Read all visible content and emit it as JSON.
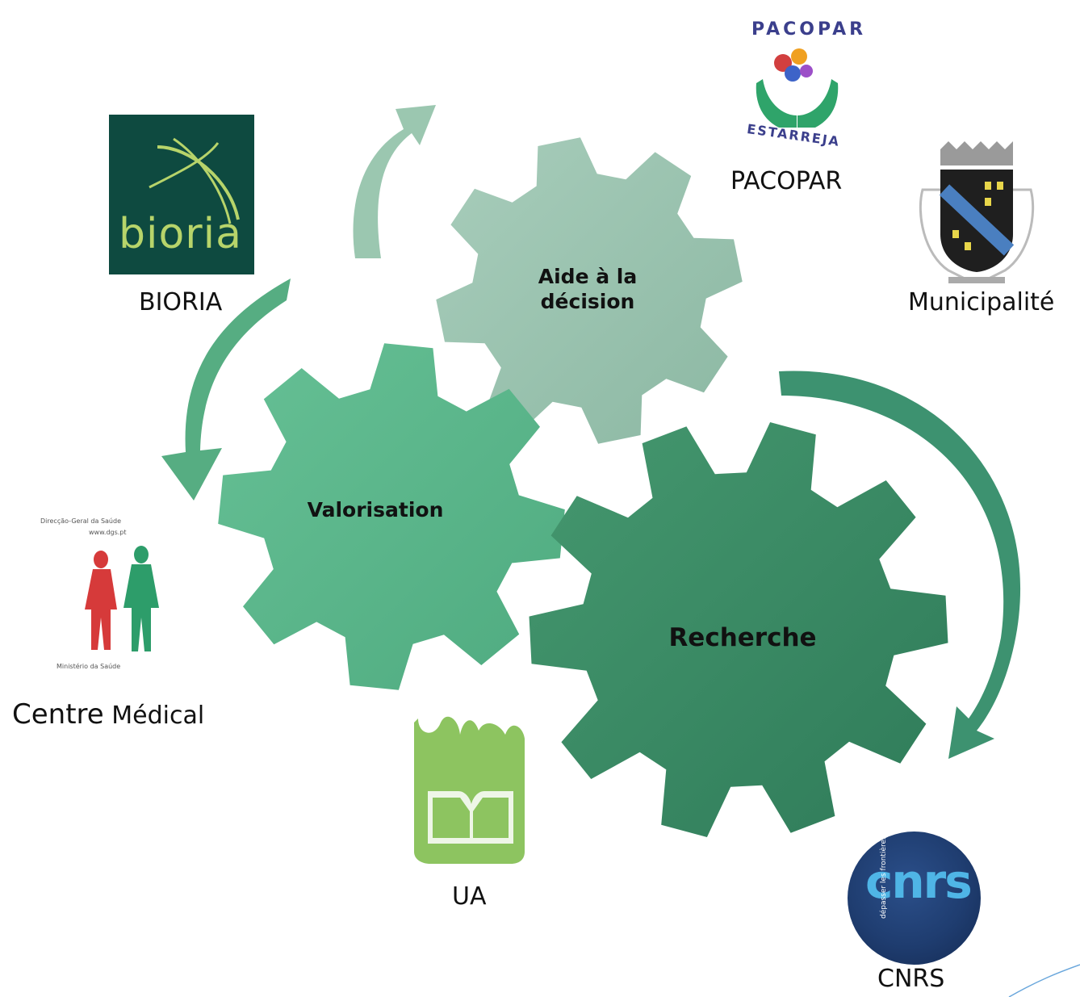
{
  "gears": {
    "aide_line1": "Aide à la",
    "aide_line2": "décision",
    "valorisation": "Valorisation",
    "recherche": "Recherche"
  },
  "partners": {
    "bioria_logo_text": "bioria",
    "bioria": "BIORIA",
    "pacopar_logo_top": "PACOPAR",
    "pacopar_logo_bottom": "ESTARREJA",
    "pacopar": "PACOPAR",
    "municipalite": "Municipalité",
    "dgs_line1": "Direcção-Geral da Saúde",
    "dgs_line2": "www.dgs.pt",
    "dgs_line3": "Ministério da Saúde",
    "centre_a": "Centre",
    "centre_b": "Médical",
    "ua": "UA",
    "cnrs_logo": "cnrs",
    "cnrs_tagline": "dépasser les frontières",
    "cnrs": "CNRS"
  },
  "colors": {
    "gear_aide": "#9ec5b2",
    "gear_valorisation": "#5db88c",
    "gear_recherche": "#3a8a66",
    "arrow_light": "#9bc7b0",
    "arrow_mid": "#56ad82",
    "arrow_dark": "#3d9270",
    "bioria_bg": "#0e4a40",
    "ua_green": "#8dc460",
    "cnrs_blue": "#1f3d70"
  }
}
